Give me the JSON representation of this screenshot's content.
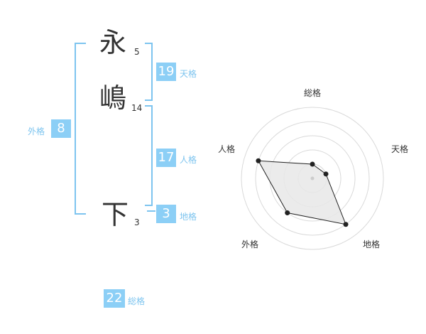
{
  "name": {
    "chars": [
      {
        "char": "永",
        "strokes": "5"
      },
      {
        "char": "嶋",
        "strokes": "14"
      },
      {
        "char": "下",
        "strokes": "3"
      }
    ]
  },
  "fortunes": {
    "tenkaku": {
      "value": "19",
      "label": "天格"
    },
    "jinkaku": {
      "value": "17",
      "label": "人格"
    },
    "chikaku": {
      "value": "3",
      "label": "地格"
    },
    "gaikaku": {
      "value": "8",
      "label": "外格"
    },
    "soukaku": {
      "value": "22",
      "label": "総格"
    }
  },
  "colors": {
    "accent": "#8ccff6",
    "accent_text": "#7dc4ef",
    "radar_fill": "#e8e8e8",
    "radar_line": "#222222"
  },
  "chart_data": {
    "type": "radar",
    "axes": [
      "総格",
      "天格",
      "地格",
      "外格",
      "人格"
    ],
    "values": [
      1,
      1,
      4,
      3,
      4
    ],
    "range": [
      0,
      5
    ],
    "rings": 5
  }
}
